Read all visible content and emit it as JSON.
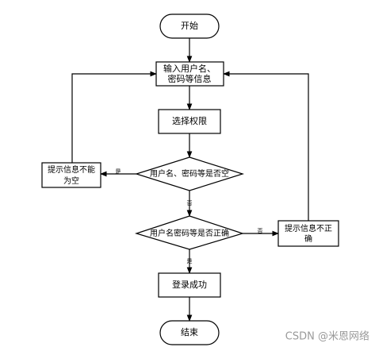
{
  "diagram": {
    "nodes": {
      "start": "开始",
      "input_line1": "输入用户名、",
      "input_line2": "密码等信息",
      "choose": "选择权限",
      "check_empty": "用户名、密码等是否空",
      "warn_empty_line1": "提示信息不能",
      "warn_empty_line2": "为空",
      "check_correct": "用户名密码等是否正确",
      "warn_wrong_line1": "提示信息不正",
      "warn_wrong_line2": "确",
      "success": "登录成功",
      "end": "结束"
    },
    "edge_labels": {
      "empty_yes": "是",
      "empty_no": "否",
      "correct_yes": "是",
      "correct_no": "否"
    }
  },
  "watermark": "CSDN @米恩网络"
}
